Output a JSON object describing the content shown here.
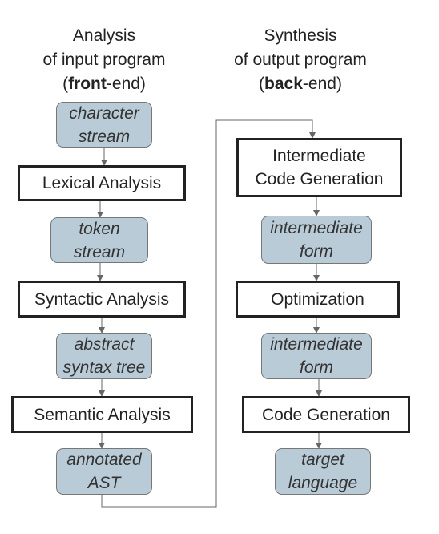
{
  "headers": {
    "front": {
      "line1": "Analysis",
      "line2": "of input program",
      "paren_open": "(",
      "bold": "front",
      "rest": "-end)"
    },
    "back": {
      "line1": "Synthesis",
      "line2": "of output program",
      "paren_open": "(",
      "bold": "back",
      "rest": "-end)"
    }
  },
  "front_end": {
    "char_stream": [
      "character",
      "stream"
    ],
    "lexical": "Lexical Analysis",
    "token_stream": [
      "token",
      "stream"
    ],
    "syntactic": "Syntactic Analysis",
    "ast": [
      "abstract",
      "syntax tree"
    ],
    "semantic": "Semantic Analysis",
    "annotated_ast": [
      "annotated",
      "AST"
    ]
  },
  "back_end": {
    "icg": [
      "Intermediate",
      "Code Generation"
    ],
    "ir1": [
      "intermediate",
      "form"
    ],
    "optimization": "Optimization",
    "ir2": [
      "intermediate",
      "form"
    ],
    "codegen": "Code Generation",
    "target": [
      "target",
      "language"
    ]
  },
  "colors": {
    "data_fill": "#b9cbd7",
    "border": "#222222",
    "line": "#666666"
  }
}
